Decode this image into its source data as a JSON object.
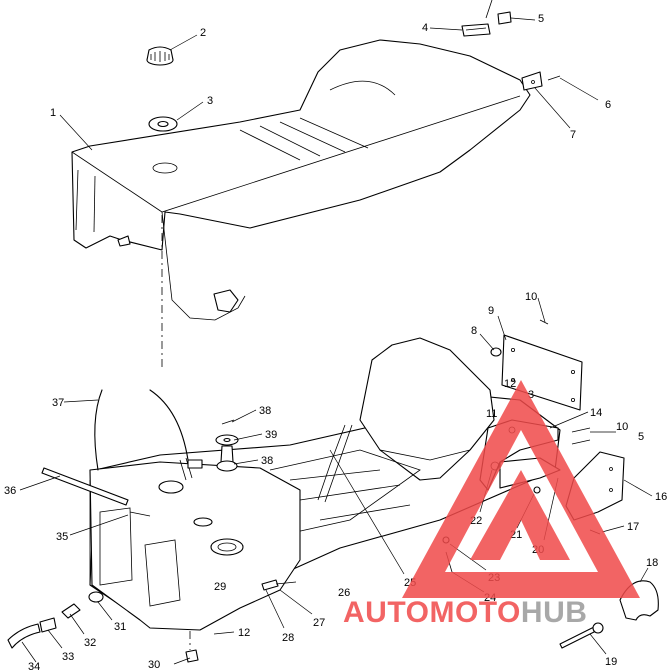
{
  "diagram": {
    "callouts": [
      {
        "id": "c1",
        "label": "1"
      },
      {
        "id": "c2",
        "label": "2"
      },
      {
        "id": "c3",
        "label": "3"
      },
      {
        "id": "c4",
        "label": "4"
      },
      {
        "id": "c5",
        "label": "5"
      },
      {
        "id": "c6",
        "label": "6"
      },
      {
        "id": "c7",
        "label": "7"
      },
      {
        "id": "c8",
        "label": "8"
      },
      {
        "id": "c9",
        "label": "9"
      },
      {
        "id": "c10a",
        "label": "10"
      },
      {
        "id": "c11",
        "label": "11"
      },
      {
        "id": "c12a",
        "label": "12"
      },
      {
        "id": "c3b",
        "label": "3"
      },
      {
        "id": "c14",
        "label": "14"
      },
      {
        "id": "c10b",
        "label": "10"
      },
      {
        "id": "c5b",
        "label": "5"
      },
      {
        "id": "c16",
        "label": "16"
      },
      {
        "id": "c17",
        "label": "17"
      },
      {
        "id": "c18",
        "label": "18"
      },
      {
        "id": "c19",
        "label": "19"
      },
      {
        "id": "c20",
        "label": "20"
      },
      {
        "id": "c21",
        "label": "21"
      },
      {
        "id": "c22",
        "label": "22"
      },
      {
        "id": "c23",
        "label": "23"
      },
      {
        "id": "c24",
        "label": "24"
      },
      {
        "id": "c25",
        "label": "25"
      },
      {
        "id": "c26",
        "label": "26"
      },
      {
        "id": "c27",
        "label": "27"
      },
      {
        "id": "c28",
        "label": "28"
      },
      {
        "id": "c12b",
        "label": "12"
      },
      {
        "id": "c29",
        "label": "29"
      },
      {
        "id": "c30",
        "label": "30"
      },
      {
        "id": "c31",
        "label": "31"
      },
      {
        "id": "c32",
        "label": "32"
      },
      {
        "id": "c33",
        "label": "33"
      },
      {
        "id": "c34",
        "label": "34"
      },
      {
        "id": "c35",
        "label": "35"
      },
      {
        "id": "c36",
        "label": "36"
      },
      {
        "id": "c37",
        "label": "37"
      },
      {
        "id": "c38a",
        "label": "38"
      },
      {
        "id": "c39",
        "label": "39"
      },
      {
        "id": "c38b",
        "label": "38"
      }
    ]
  },
  "watermark": {
    "text_a": "AUTO",
    "text_b": "MOTO",
    "text_c": "HUB",
    "color_red": "#f04a4a",
    "color_gray": "#9a9a9a"
  }
}
